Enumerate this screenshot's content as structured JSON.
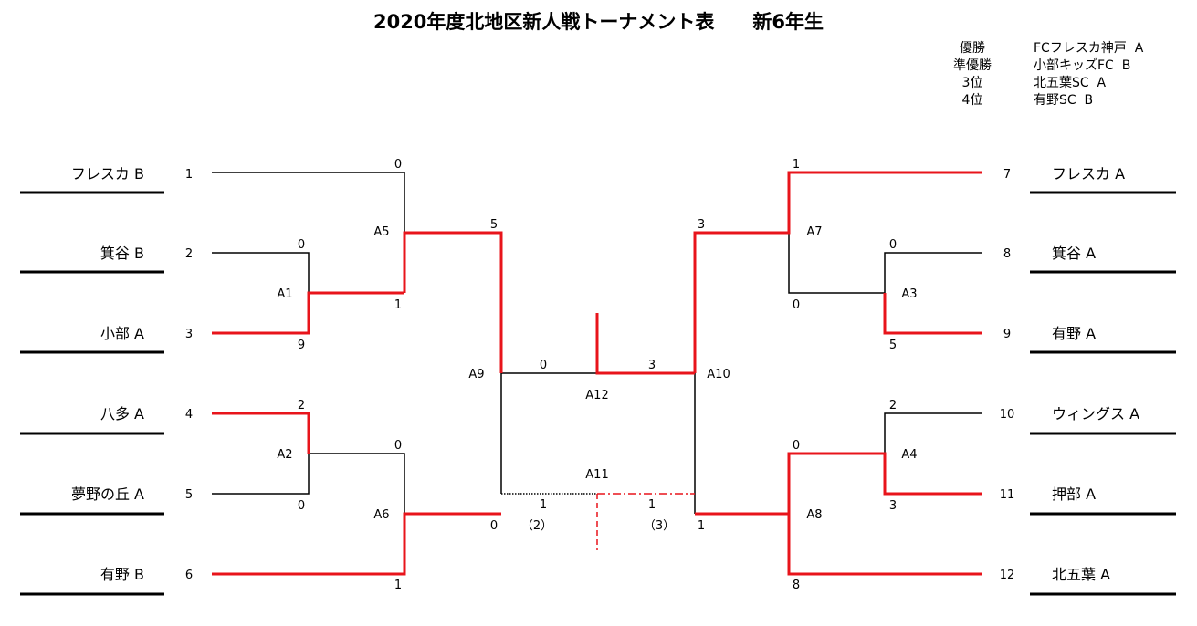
{
  "title": "2020年度北地区新人戦トーナメント表　　新6年生",
  "results": [
    {
      "rank": "優勝",
      "team": "FCフレスカ神戸  A"
    },
    {
      "rank": "準優勝",
      "team": "小部キッズFC  B"
    },
    {
      "rank": "3位",
      "team": "北五葉SC  A"
    },
    {
      "rank": "4位",
      "team": "有野SC  B"
    }
  ],
  "colors": {
    "winner": "#e8141b",
    "normal": "#000000"
  },
  "teams_left": [
    {
      "no": "1",
      "name": "フレスカ  B"
    },
    {
      "no": "2",
      "name": "箕谷  B"
    },
    {
      "no": "3",
      "name": "小部  A"
    },
    {
      "no": "4",
      "name": "八多  A"
    },
    {
      "no": "5",
      "name": "夢野の丘 A"
    },
    {
      "no": "6",
      "name": "有野  B"
    }
  ],
  "teams_right": [
    {
      "no": "7",
      "name": "フレスカ  A"
    },
    {
      "no": "8",
      "name": "箕谷  A"
    },
    {
      "no": "9",
      "name": "有野  A"
    },
    {
      "no": "10",
      "name": "ウィングス  A"
    },
    {
      "no": "11",
      "name": "押部  A"
    },
    {
      "no": "12",
      "name": "北五葉  A"
    }
  ],
  "matches": [
    {
      "id": "A1",
      "label": "A1",
      "top_score": "0",
      "bottom_score": "9"
    },
    {
      "id": "A2",
      "label": "A2",
      "top_score": "2",
      "bottom_score": "0"
    },
    {
      "id": "A3",
      "label": "A3",
      "top_score": "0",
      "bottom_score": "5"
    },
    {
      "id": "A4",
      "label": "A4",
      "top_score": "2",
      "bottom_score": "3"
    },
    {
      "id": "A5",
      "label": "A5",
      "top_score": "0",
      "bottom_score": "1"
    },
    {
      "id": "A6",
      "label": "A6",
      "top_score": "0",
      "bottom_score": "1"
    },
    {
      "id": "A7",
      "label": "A7",
      "top_score": "1",
      "bottom_score": "0"
    },
    {
      "id": "A8",
      "label": "A8",
      "top_score": "0",
      "bottom_score": "8"
    },
    {
      "id": "A9",
      "label": "A9",
      "top_score": "5",
      "bottom_score": "0"
    },
    {
      "id": "A10",
      "label": "A10",
      "top_score": "3",
      "bottom_score": "1"
    },
    {
      "id": "A12",
      "label": "A12",
      "left_score": "0",
      "right_score": "3"
    },
    {
      "id": "A11",
      "label": "A11",
      "left_score": "1",
      "right_score": "1",
      "left_pk": "（2）",
      "right_pk": "（3）"
    }
  ]
}
